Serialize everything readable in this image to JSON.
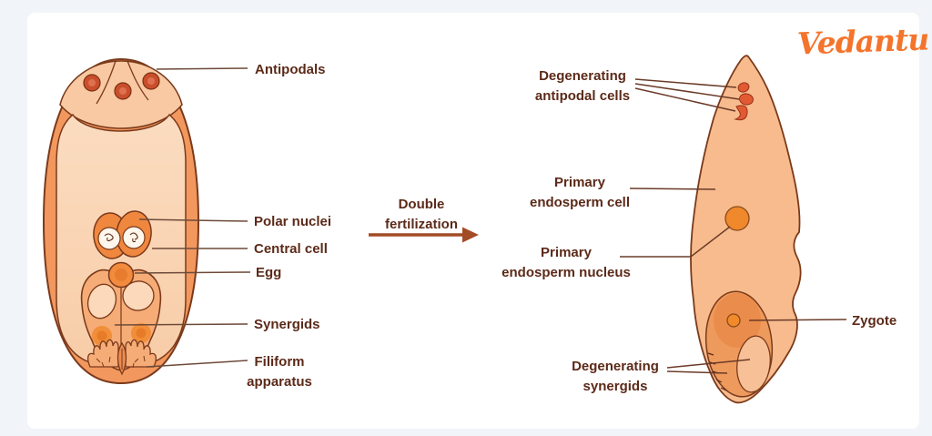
{
  "logo": {
    "text": "Vedantu"
  },
  "colors": {
    "logo_orange": "#f4742b",
    "wall_orange": "#f2985e",
    "sac_light": "#fad6b5",
    "body_peach": "#f7bb8d",
    "nucleus_orange": "#f0882c",
    "degenerating_red": "#e25a33",
    "label_brown": "#5c2a19",
    "arrow_rust": "#a34b24",
    "outline_brown": "#7b3a1b"
  },
  "embryo_sac_labels": {
    "antipodals": "Antipodals",
    "polar_nuclei": "Polar nuclei",
    "central_cell": "Central cell",
    "egg": "Egg",
    "synergids": "Synergids",
    "filiform_line1": "Filiform",
    "filiform_line2": "apparatus"
  },
  "process_label": {
    "line1": "Double",
    "line2": "fertilization"
  },
  "post_fertilization_labels": {
    "degenerating_antipodal_line1": "Degenerating",
    "degenerating_antipodal_line2": "antipodal cells",
    "primary_endosperm_cell_line1": "Primary",
    "primary_endosperm_cell_line2": "endosperm cell",
    "primary_endosperm_nucleus_line1": "Primary",
    "primary_endosperm_nucleus_line2": "endosperm nucleus",
    "zygote": "Zygote",
    "degenerating_synergids_line1": "Degenerating",
    "degenerating_synergids_line2": "synergids"
  }
}
